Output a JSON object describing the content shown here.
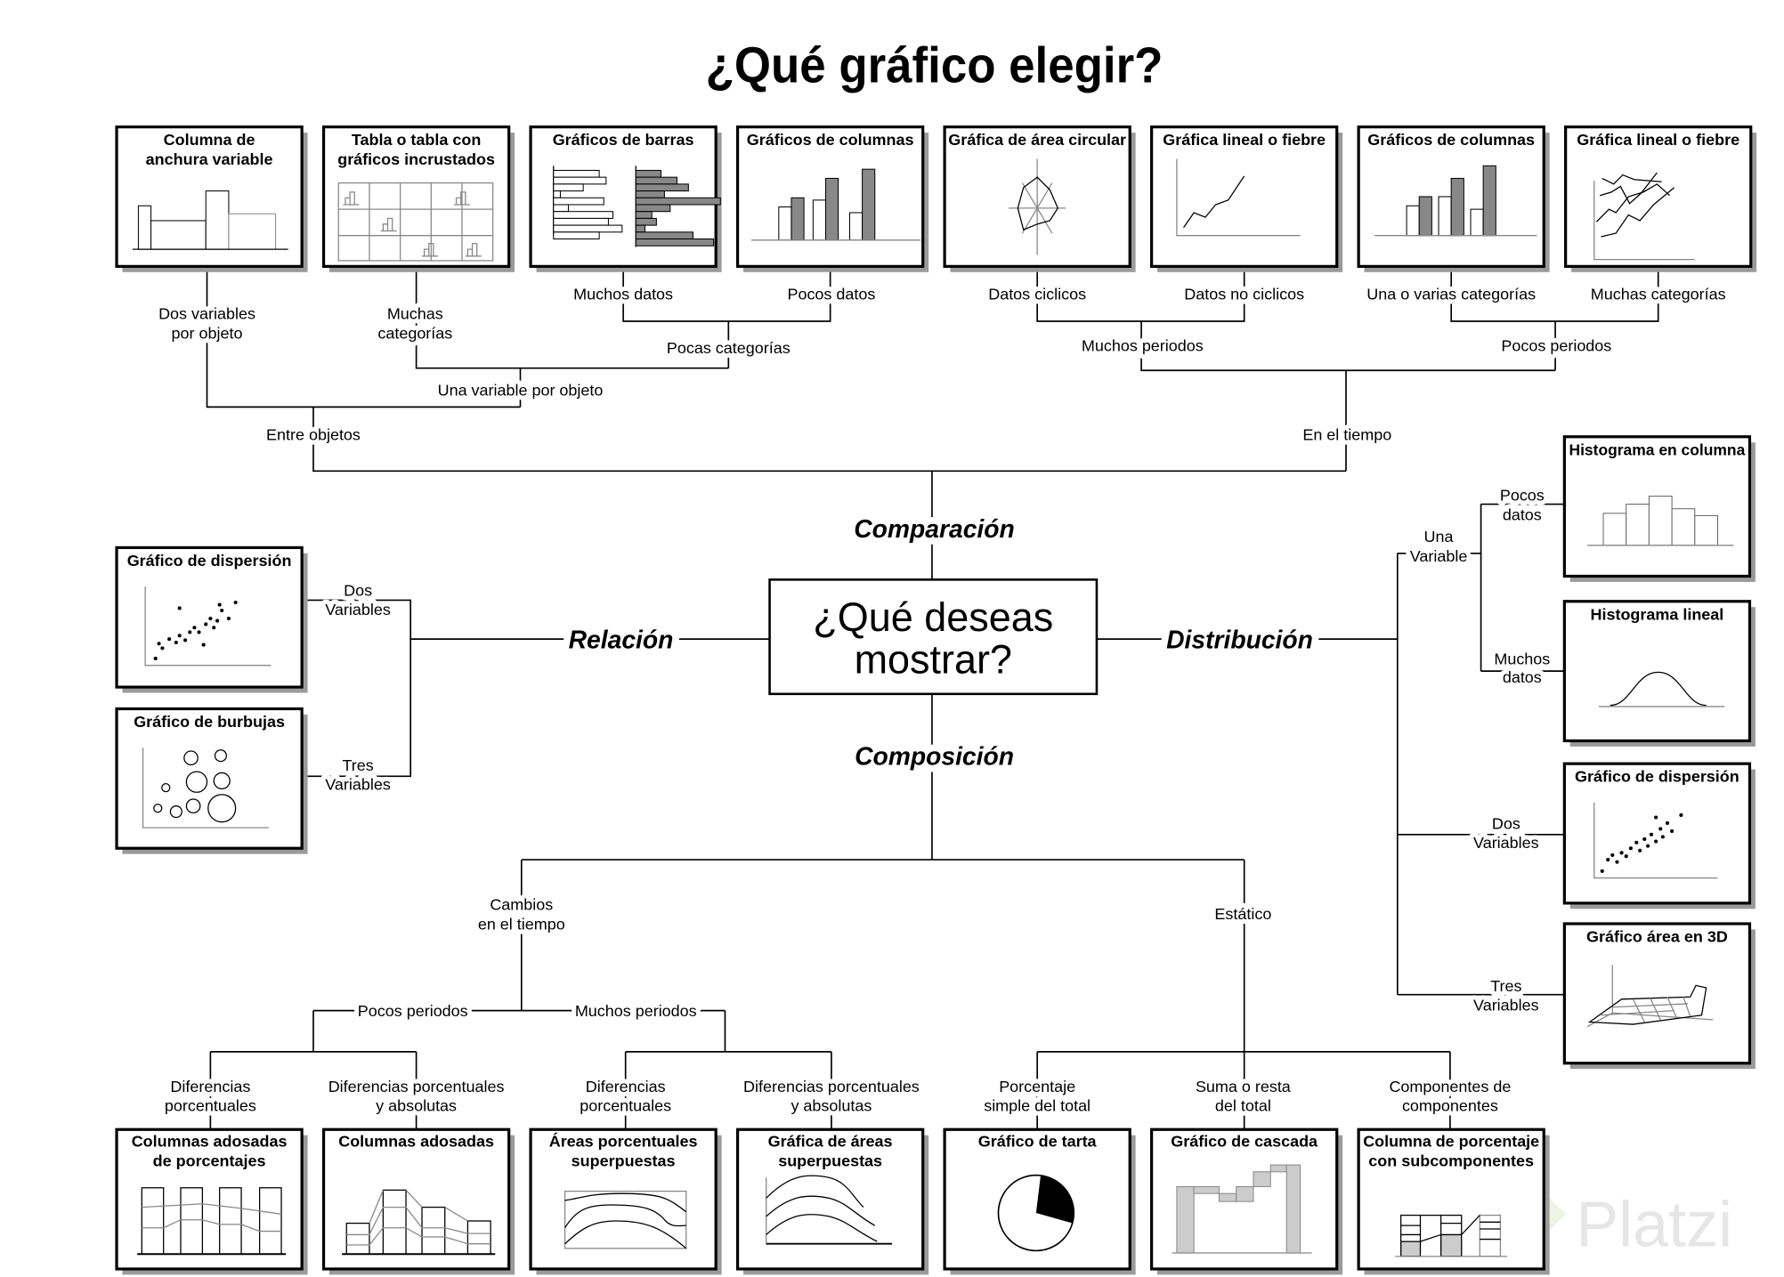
{
  "title": "¿Qué gráfico elegir?",
  "center": {
    "line1": "¿Qué deseas",
    "line2": "mostrar?"
  },
  "categories": {
    "comparison": "Comparación",
    "relationship": "Relación",
    "distribution": "Distribución",
    "composition": "Composición"
  },
  "comparison": {
    "between_objects": "Entre objetos",
    "over_time": "En el tiempo",
    "two_vars_per_object": [
      "Dos variables",
      "por objeto"
    ],
    "one_var_per_object": "Una variable por objeto",
    "many_categories": [
      "Muchas",
      "categorías"
    ],
    "few_categories": "Pocas categorías",
    "many_data": "Muchos datos",
    "few_data": "Pocos datos",
    "many_periods": "Muchos periodos",
    "few_periods": "Pocos periodos",
    "cyclic": "Datos ciclicos",
    "non_cyclic": "Datos no ciclicos",
    "one_or_several_categories": "Una o varias categorías",
    "many_categories_time": "Muchas categorías",
    "charts": [
      [
        "Columna de",
        "anchura variable"
      ],
      [
        "Tabla o tabla con",
        "gráficos incrustados"
      ],
      [
        "Gráficos de barras"
      ],
      [
        "Gráficos de columnas"
      ],
      [
        "Gráfica de área circular"
      ],
      [
        "Gráfica lineal o fiebre"
      ],
      [
        "Gráficos de columnas"
      ],
      [
        "Gráfica lineal o fiebre"
      ]
    ]
  },
  "relationship": {
    "two_variables": [
      "Dos",
      "Variables"
    ],
    "three_variables": [
      "Tres",
      "Variables"
    ],
    "charts": [
      "Gráfico de dispersión",
      "Gráfico de burbujas"
    ]
  },
  "distribution": {
    "one_variable": [
      "Una",
      "Variable"
    ],
    "few_data": [
      "Pocos",
      "datos"
    ],
    "many_data": [
      "Muchos",
      "datos"
    ],
    "two_variables": [
      "Dos",
      "Variables"
    ],
    "three_variables": [
      "Tres",
      "Variables"
    ],
    "charts": [
      "Histograma en columna",
      "Histograma lineal",
      "Gráfico de dispersión",
      "Gráfico área en 3D"
    ]
  },
  "composition": {
    "changes_over_time": [
      "Cambios",
      "en el tiempo"
    ],
    "static": "Estático",
    "few_periods": "Pocos periodos",
    "many_periods": "Muchos periodos",
    "leaf_labels": [
      [
        "Diferencias",
        "porcentuales"
      ],
      [
        "Diferencias porcentuales",
        "y absolutas"
      ],
      [
        "Diferencias",
        "porcentuales"
      ],
      [
        "Diferencias porcentuales",
        "y absolutas"
      ],
      [
        "Porcentaje",
        "simple del total"
      ],
      [
        "Suma o resta",
        "del total"
      ],
      [
        "Componentes de",
        "componentes"
      ]
    ],
    "charts": [
      [
        "Columnas adosadas",
        "de porcentajes"
      ],
      [
        "Columnas adosadas"
      ],
      [
        "Áreas porcentuales",
        "superpuestas"
      ],
      [
        "Gráfica de áreas",
        "superpuestas"
      ],
      [
        "Gráfico de tarta"
      ],
      [
        "Gráfico de cascada"
      ],
      [
        "Columna de porcentaje",
        "con subcomponentes"
      ]
    ]
  },
  "watermark": "Platzi"
}
